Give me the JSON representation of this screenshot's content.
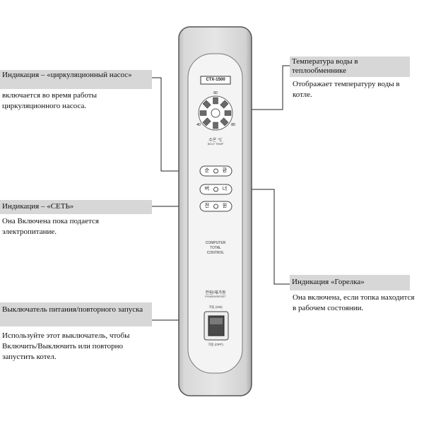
{
  "device": {
    "model": "CTX-1500",
    "dial_labels": {
      "top": "60",
      "left": "40",
      "right": "80"
    },
    "temp_label": "수온 ℃",
    "temp_label_en": "BOLY TEMP",
    "btn1_left": "순",
    "btn1_right": "환",
    "btn2_left": "버",
    "btn2_right": "너",
    "btn3_left": "전",
    "btn3_right": "원",
    "center_line1": "COMPUTER",
    "center_line2": "TOTAL",
    "center_line3": "CONTROL",
    "power_kr": "전원/재가동",
    "power_en": "POWER/RESET",
    "switch_on": "가동 (ON)",
    "switch_off": "가동 (OFF)"
  },
  "callouts": {
    "pump": {
      "title": "Индикация – «циркуляционный насос»",
      "desc": "включается во время работы циркуляционного насоса."
    },
    "power_ind": {
      "title": "Индикация – «СЕТЬ»",
      "desc": "Она Включена пока подается электропитание."
    },
    "switch": {
      "title": "Выключатель питания/повторного запуска",
      "desc": "Используйте этот выключатель, чтобы Включить/Выключить или повторно запустить котел."
    },
    "water_temp": {
      "title": "Температура воды в теплообменнике",
      "desc": "Отображает температуру воды в котле."
    },
    "burner": {
      "title": "Индикация «Горелка»",
      "desc": "Она включена, если топка находится в рабочем состоянии."
    }
  }
}
